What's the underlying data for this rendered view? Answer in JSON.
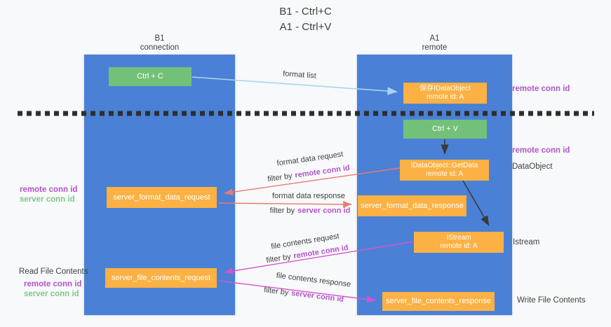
{
  "title": {
    "line1": "B1 - Ctrl+C",
    "line2": "A1 - Ctrl+V"
  },
  "lanes": {
    "left": {
      "name": "B1",
      "subtitle": "connection"
    },
    "right": {
      "name": "A1",
      "subtitle": "remote"
    }
  },
  "nodes": {
    "ctrl_c": {
      "label": "Ctrl + C"
    },
    "saved_dataobject": {
      "line1": "保存IDataObject",
      "line2": "remote id: A"
    },
    "ctrl_v": {
      "label": "Ctrl + V"
    },
    "getdata": {
      "line1": "IDataObject::GetData",
      "line2": "remote id: A"
    },
    "server_format_data_request": {
      "label": "server_format_data_request"
    },
    "server_format_data_response": {
      "label": "server_format_data_response"
    },
    "istream": {
      "line1": "IStream",
      "line2": "remote id: A"
    },
    "server_file_contents_request": {
      "label": "server_file_contents_request"
    },
    "server_file_contents_response": {
      "label": "server_file_contents_response"
    }
  },
  "edge_labels": {
    "format_list": "format list",
    "format_data_request": "format data request",
    "format_data_response": "format data response",
    "file_contents_request": "file contents request",
    "file_contents_response": "file contents response",
    "filter_by": "filter by",
    "remote_conn_id": "remote conn id",
    "server_conn_id": "server conn id"
  },
  "side_labels": {
    "remote_conn_id": "remote conn id",
    "server_conn_id": "server conn id",
    "dataobject": "DataObject",
    "istream": "Istream",
    "read_file_contents": "Read File Contents",
    "write_file_contents": "Write File Contents"
  },
  "colors": {
    "lane_blue": "#4a81d6",
    "box_orange": "#fbb143",
    "box_green": "#73c178",
    "label_purple": "#b254c8",
    "label_green": "#7dc983",
    "arrow_red": "#ed7a72",
    "arrow_magenta": "#d355d3",
    "arrow_blue": "#a9d4f1",
    "arrow_black": "#3a3a3a",
    "text_dark": "#3f3f3f"
  }
}
